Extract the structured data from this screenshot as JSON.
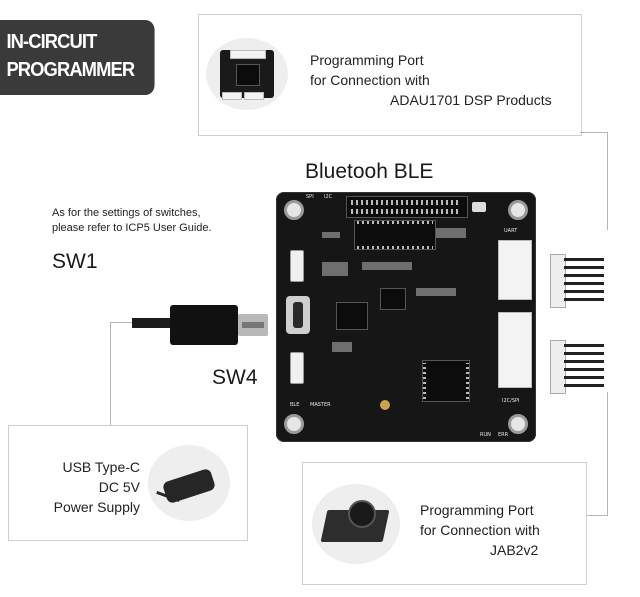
{
  "banner": {
    "line1": "IN-CIRCUIT",
    "line2": "PROGRAMMER"
  },
  "callout_top": {
    "line1": "Programming Port",
    "line2": "for Connection with",
    "line3": "ADAU1701 DSP Products"
  },
  "board_title": "Bluetooh BLE",
  "switch_note": {
    "line1": "As for the settings of switches,",
    "line2": "please refer to ICP5 User Guide."
  },
  "sw1_label": "SW1",
  "sw4_label": "SW4",
  "callout_power": {
    "line1": "USB Type-C",
    "line2": "DC 5V",
    "line3": "Power Supply"
  },
  "callout_bottom": {
    "line1": "Programming Port",
    "line2": "for Connection with",
    "line3": "JAB2v2"
  },
  "silkscreen": {
    "spi": "SPI",
    "i2c": "I2C",
    "uart": "UART",
    "i2c_spi": "I2C/SPI",
    "ble": "BLE",
    "master": "MASTER",
    "run": "RUN",
    "err": "ERR"
  },
  "colors": {
    "banner_bg": "#3a3a3a",
    "pcb": "#161616",
    "frame": "#cfcfcf"
  }
}
